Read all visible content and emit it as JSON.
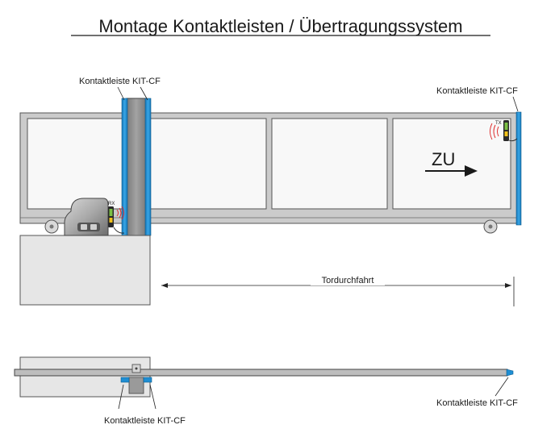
{
  "title": "Montage Kontaktleisten / Übertragungssystem",
  "labels": {
    "kit_cf_top_left": "Kontaktleiste KIT-CF",
    "kit_cf_top_right": "Kontaktleiste KIT-CF",
    "kit_cf_bottom_left": "Kontaktleiste KIT-CF",
    "kit_cf_bottom_right": "Kontaktleiste KIT-CF",
    "direction": "ZU",
    "passage": "Tordurchfahrt",
    "rx": "RX",
    "tx": "TX"
  },
  "colors": {
    "contact_strip": "#1e8ed3",
    "gate_frame": "#c9c9c9",
    "panel": "#f7f7f7",
    "post": "#8a8a8a",
    "base_block": "#e6e6e6"
  }
}
